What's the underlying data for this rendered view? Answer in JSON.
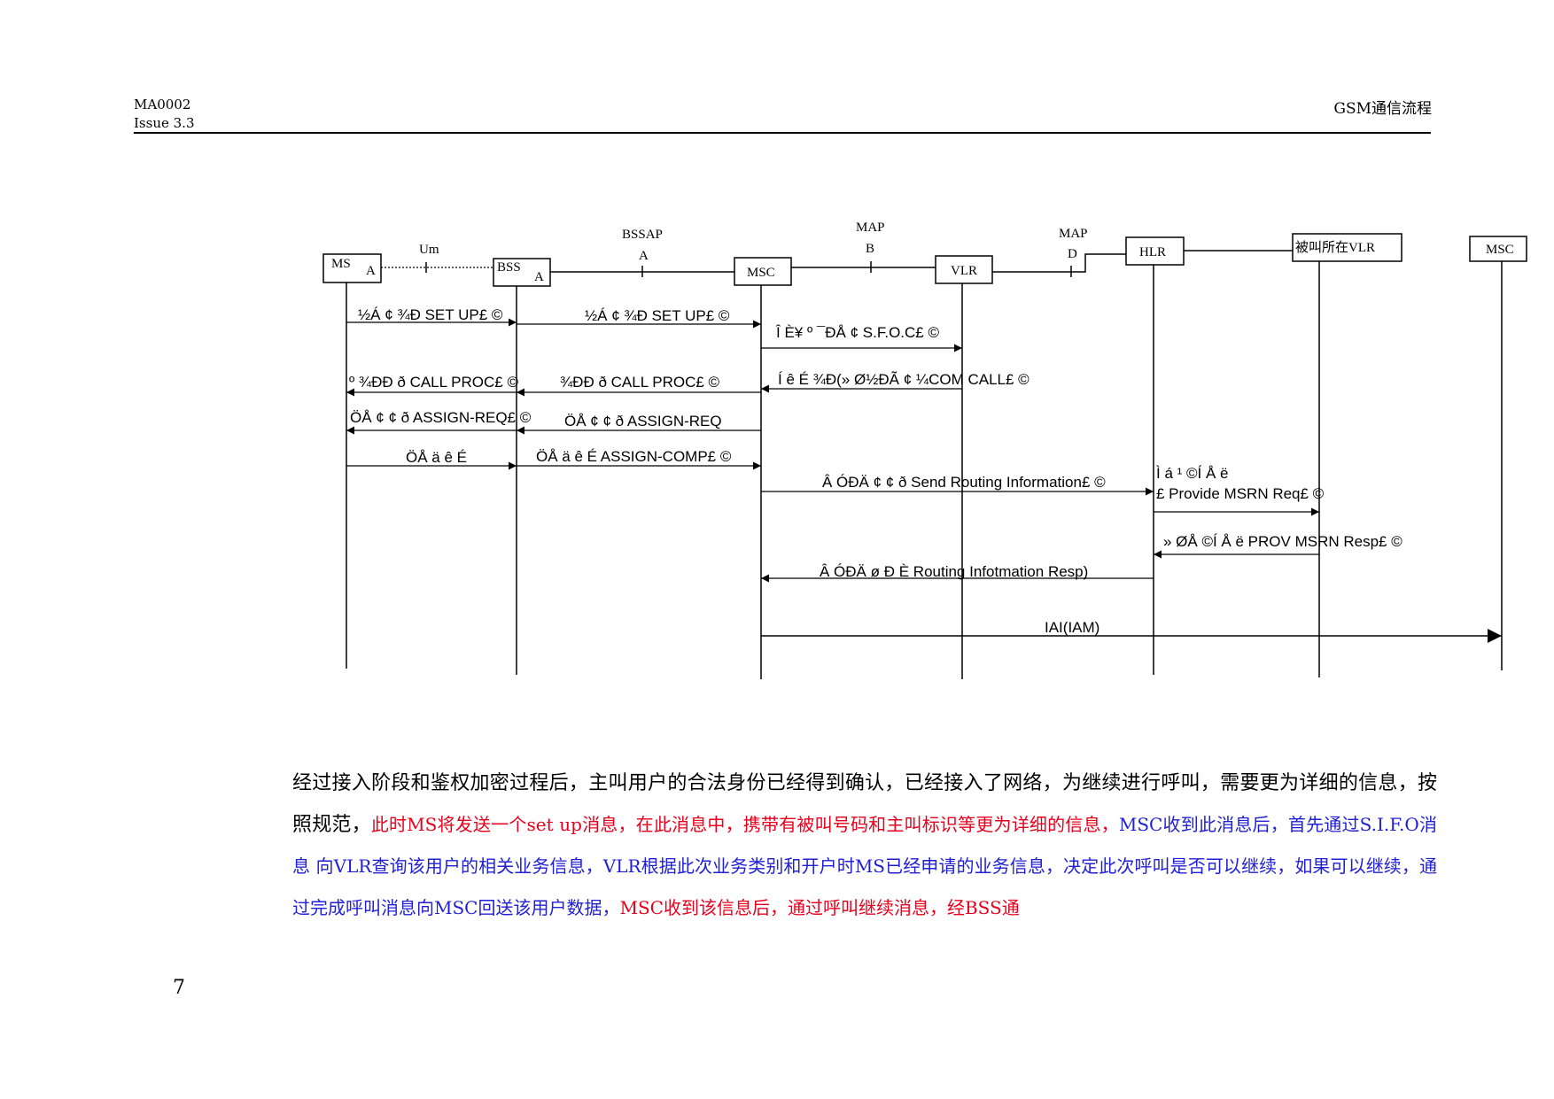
{
  "header": {
    "doc_id": "MA0002",
    "issue": "Issue 3.3",
    "title": "GSM通信流程"
  },
  "diagram": {
    "nodes": [
      {
        "id": "ms",
        "label": "MS",
        "port": "A"
      },
      {
        "id": "bss",
        "label": "BSS",
        "port": "A"
      },
      {
        "id": "msc1",
        "label": "MSC"
      },
      {
        "id": "vlr",
        "label": "VLR"
      },
      {
        "id": "hlr",
        "label": "HLR"
      },
      {
        "id": "cvlr",
        "label": "被叫所在VLR"
      },
      {
        "id": "msc2",
        "label": "MSC"
      }
    ],
    "interfaces": {
      "um": "Um",
      "bssap": "BSSAP",
      "bssap_a": "A",
      "map_b": "MAP",
      "map_b_letter": "B",
      "map_d": "MAP",
      "map_d_letter": "D"
    },
    "messages": [
      {
        "id": "m1",
        "text": "½Á ¢ ¾Ð SET UP£ ©",
        "from": "ms",
        "to": "bss"
      },
      {
        "id": "m2",
        "text": "½Á ¢ ¾Ð SET UP£ ©",
        "from": "bss",
        "to": "msc1"
      },
      {
        "id": "m3",
        "text": "Î È¥ º ¯ÐÅ ¢ S.F.O.C£ ©",
        "from": "msc1",
        "to": "vlr"
      },
      {
        "id": "m4",
        "text": "Í ê É ¾Ð(» Ø½ÐÃ ¢ ¼COM CALL£ ©",
        "from": "vlr",
        "to": "msc1"
      },
      {
        "id": "m5",
        "text": "º ¾ÐÐ ð CALL PROC£ ©",
        "from": "bss",
        "to": "ms"
      },
      {
        "id": "m6",
        "text": "¾ÐÐ ð CALL PROC£ ©",
        "from": "msc1",
        "to": "bss"
      },
      {
        "id": "m7",
        "text": "ÖÅ ¢ ¢ ð ASSIGN-REQ£ ©",
        "from": "bss",
        "to": "ms"
      },
      {
        "id": "m8",
        "text": "ÖÅ ¢ ¢ ð ASSIGN-REQ",
        "from": "msc1",
        "to": "bss"
      },
      {
        "id": "m9",
        "text": "ÖÅ ä ê É",
        "from": "ms",
        "to": "bss"
      },
      {
        "id": "m10",
        "text": "ÖÅ ä ê É ASSIGN-COMP£ ©",
        "from": "bss",
        "to": "msc1"
      },
      {
        "id": "m11",
        "text": "Â ÓÐÄ ¢ ¢ ð Send Routing Information£ ©",
        "from": "msc1",
        "to": "hlr"
      },
      {
        "id": "m12a",
        "text": "Ì á ¹ ©Í Å ë",
        "from": "hlr",
        "to": "cvlr"
      },
      {
        "id": "m12b",
        "text": "£ Provide MSRN Req£ ©",
        "from": "hlr",
        "to": "cvlr"
      },
      {
        "id": "m13",
        "text": "» ØÅ ©Í Å ë PROV MSRN Resp£ ©",
        "from": "cvlr",
        "to": "hlr"
      },
      {
        "id": "m14",
        "text": "Â ÓÐÄ ø Ð È Routing Infotmation Resp)",
        "from": "hlr",
        "to": "msc1"
      },
      {
        "id": "m15",
        "text": "IAI(IAM)",
        "from": "msc1",
        "to": "msc2"
      }
    ]
  },
  "body": {
    "s1": "经过接入阶段和鉴权加密过程后，主叫用户的合法身份已经得到确认，已经接入了网络，为继续进行呼叫，需要更为详细的信息，按照规范，",
    "s2": "此时MS将发送一个set up消息，在此消息中，携带有被叫号码和主叫标识等更为详细的信息，",
    "s3": "MSC收到此消息后，首先通过S.I.F.O消息 向VLR查询该用户的相关业务信息，VLR根据此次业务类别和开户时MS已经申请的业务信息，决定此次呼叫是否可以继续，如果可以继续，通过完成呼叫消息向MSC回送该用户数据，",
    "s4": "MSC收到该信息后，通过呼叫继续消息，经BSS通"
  },
  "page_number": "7",
  "colors": {
    "red_text": "#e8001c",
    "blue_text": "#2020d8"
  }
}
